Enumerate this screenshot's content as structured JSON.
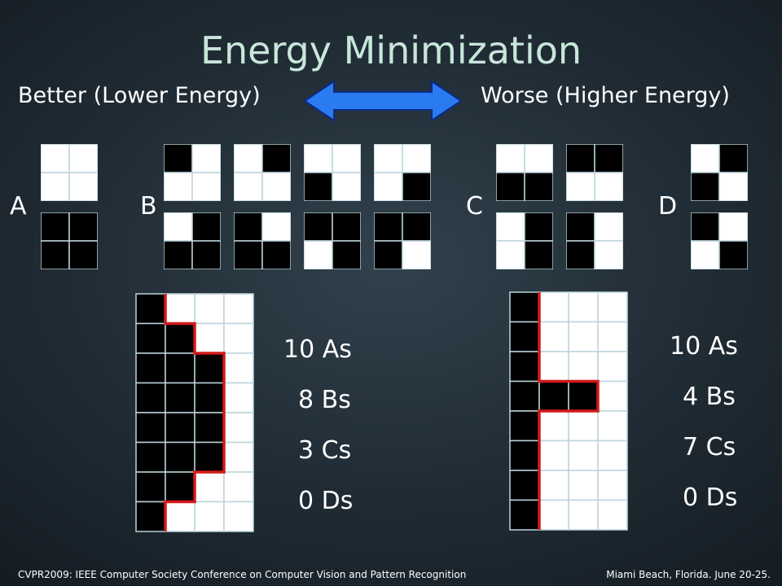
{
  "slide": {
    "title": "Energy Minimization",
    "subtitle_left": "Better (Lower Energy)",
    "subtitle_right": "Worse (Higher Energy)",
    "arrow_color": "#2a7bf0",
    "arrow_outline": "#0a2a8a"
  },
  "categories": [
    {
      "label": "A",
      "patterns": [
        [
          [
            0,
            0
          ],
          [
            0,
            0
          ]
        ],
        [
          [
            1,
            1
          ],
          [
            1,
            1
          ]
        ]
      ]
    },
    {
      "label": "B",
      "patterns": [
        [
          [
            1,
            0
          ],
          [
            0,
            0
          ]
        ],
        [
          [
            0,
            1
          ],
          [
            0,
            0
          ]
        ],
        [
          [
            0,
            0
          ],
          [
            1,
            0
          ]
        ],
        [
          [
            0,
            0
          ],
          [
            0,
            1
          ]
        ],
        [
          [
            0,
            1
          ],
          [
            1,
            1
          ]
        ],
        [
          [
            1,
            0
          ],
          [
            1,
            1
          ]
        ],
        [
          [
            1,
            1
          ],
          [
            0,
            1
          ]
        ],
        [
          [
            1,
            1
          ],
          [
            1,
            0
          ]
        ]
      ]
    },
    {
      "label": "C",
      "patterns": [
        [
          [
            0,
            0
          ],
          [
            1,
            1
          ]
        ],
        [
          [
            1,
            1
          ],
          [
            0,
            0
          ]
        ],
        [
          [
            0,
            1
          ],
          [
            0,
            1
          ]
        ],
        [
          [
            1,
            0
          ],
          [
            1,
            0
          ]
        ]
      ]
    },
    {
      "label": "D",
      "patterns": [
        [
          [
            0,
            1
          ],
          [
            1,
            0
          ]
        ],
        [
          [
            1,
            0
          ],
          [
            0,
            1
          ]
        ]
      ]
    }
  ],
  "examples": [
    {
      "rows": [
        [
          1,
          0,
          0,
          0
        ],
        [
          1,
          1,
          0,
          0
        ],
        [
          1,
          1,
          1,
          0
        ],
        [
          1,
          1,
          1,
          0
        ],
        [
          1,
          1,
          1,
          0
        ],
        [
          1,
          1,
          1,
          0
        ],
        [
          1,
          1,
          0,
          0
        ],
        [
          1,
          0,
          0,
          0
        ]
      ],
      "counts": [
        "10 As",
        "8 Bs",
        "3 Cs",
        "0 Ds"
      ]
    },
    {
      "rows": [
        [
          1,
          0,
          0,
          0
        ],
        [
          1,
          0,
          0,
          0
        ],
        [
          1,
          0,
          0,
          0
        ],
        [
          1,
          1,
          1,
          0
        ],
        [
          1,
          0,
          0,
          0
        ],
        [
          1,
          0,
          0,
          0
        ],
        [
          1,
          0,
          0,
          0
        ],
        [
          1,
          0,
          0,
          0
        ]
      ],
      "counts": [
        "10 As",
        "4 Bs",
        "7 Cs",
        "0 Ds"
      ]
    }
  ],
  "colors": {
    "on": "#000000",
    "off": "#ffffff",
    "cell_line": "#bcd4dc",
    "boundary": "#d41a1a"
  },
  "footer": {
    "left": "CVPR2009: IEEE Computer Society Conference on Computer Vision and Pattern Recognition",
    "right": "Miami Beach, Florida. June 20-25."
  }
}
